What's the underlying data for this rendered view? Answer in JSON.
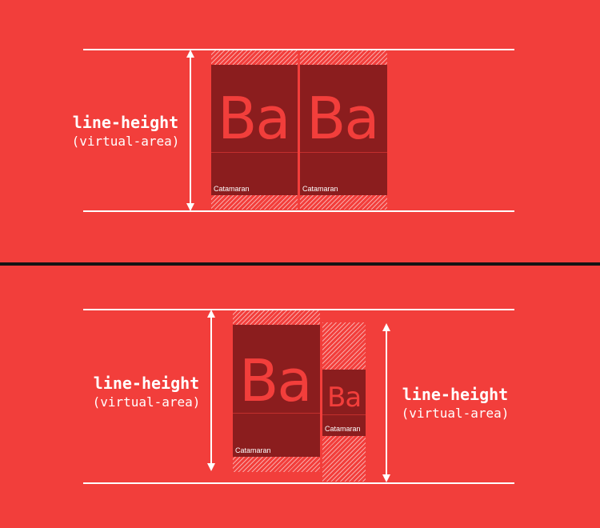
{
  "colors": {
    "background": "#f23e3b",
    "box": "#8b1d1e",
    "line": "#ffffff",
    "divider": "#141414"
  },
  "top": {
    "label_main": "line-height",
    "label_sub": "(virtual-area)",
    "boxes": [
      {
        "glyphs": "Ba",
        "font_name": "Catamaran"
      },
      {
        "glyphs": "Ba",
        "font_name": "Catamaran"
      }
    ]
  },
  "bottom": {
    "label_left_main": "line-height",
    "label_left_sub": "(virtual-area)",
    "label_right_main": "line-height",
    "label_right_sub": "(virtual-area)",
    "boxes": [
      {
        "glyphs": "Ba",
        "font_name": "Catamaran"
      },
      {
        "glyphs": "Ba",
        "font_name": "Catamaran"
      }
    ]
  }
}
